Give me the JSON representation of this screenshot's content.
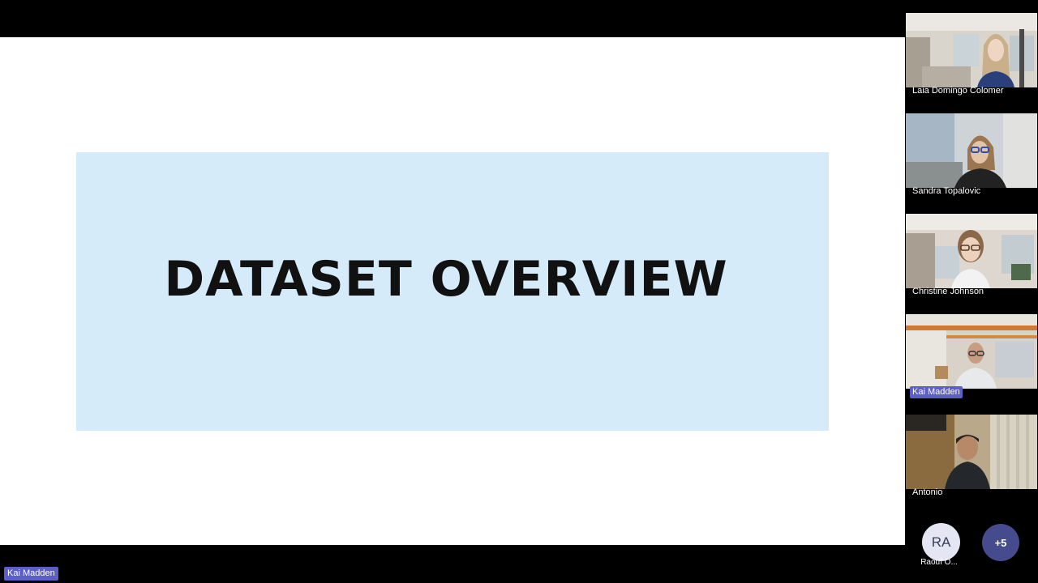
{
  "slide": {
    "title": "DATASET OVERVIEW"
  },
  "presenter": {
    "name": "Kai Madden"
  },
  "participants": [
    {
      "name": "Laia Domingo Colomer",
      "speaking": false
    },
    {
      "name": "Sandra Topalovic",
      "speaking": false
    },
    {
      "name": "Christine Johnson",
      "speaking": false
    },
    {
      "name": "Kai Madden",
      "speaking": true
    },
    {
      "name": "Antonio",
      "speaking": false
    }
  ],
  "overflow": {
    "avatar_initials": "RA",
    "avatar_name": "Raouf O...",
    "more_label": "+5"
  },
  "colors": {
    "accent": "#5b5fc7",
    "slide_background": "#d6ebfa",
    "more_button": "#454b8d"
  }
}
